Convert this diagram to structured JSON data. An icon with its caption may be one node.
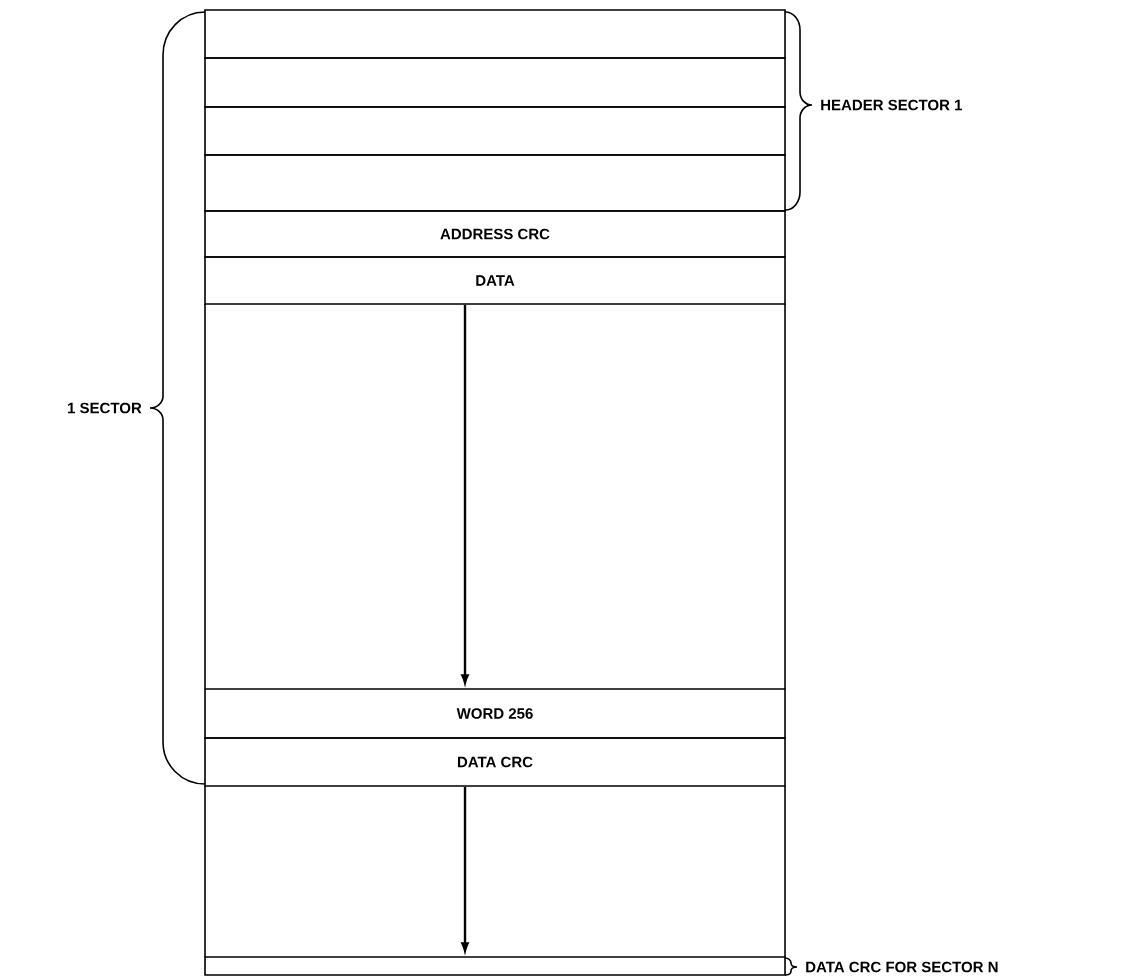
{
  "diagram": {
    "nodes": [
      {
        "text": [],
        "shape": "box"
      },
      {
        "text": [],
        "shape": "box"
      },
      {
        "text": [],
        "shape": "box"
      },
      {
        "text": [],
        "shape": "box"
      },
      {
        "text": [
          "ADDRESS CRC"
        ]
      },
      {
        "text": [
          "DATA"
        ]
      },
      {
        "text": [
          "WORD 256"
        ]
      },
      {
        "text": [
          "DATA CRC"
        ]
      },
      {
        "text": [],
        "shape": "box"
      }
    ],
    "edges": [
      {
        "from": 5,
        "to": 6,
        "arrow": "to"
      },
      {
        "from": 7,
        "to": 8,
        "arrow": "to"
      }
    ],
    "labels": [
      "HEADER SECTOR 1",
      "1 SECTOR",
      "DATA CRC FOR SECTOR N"
    ]
  }
}
